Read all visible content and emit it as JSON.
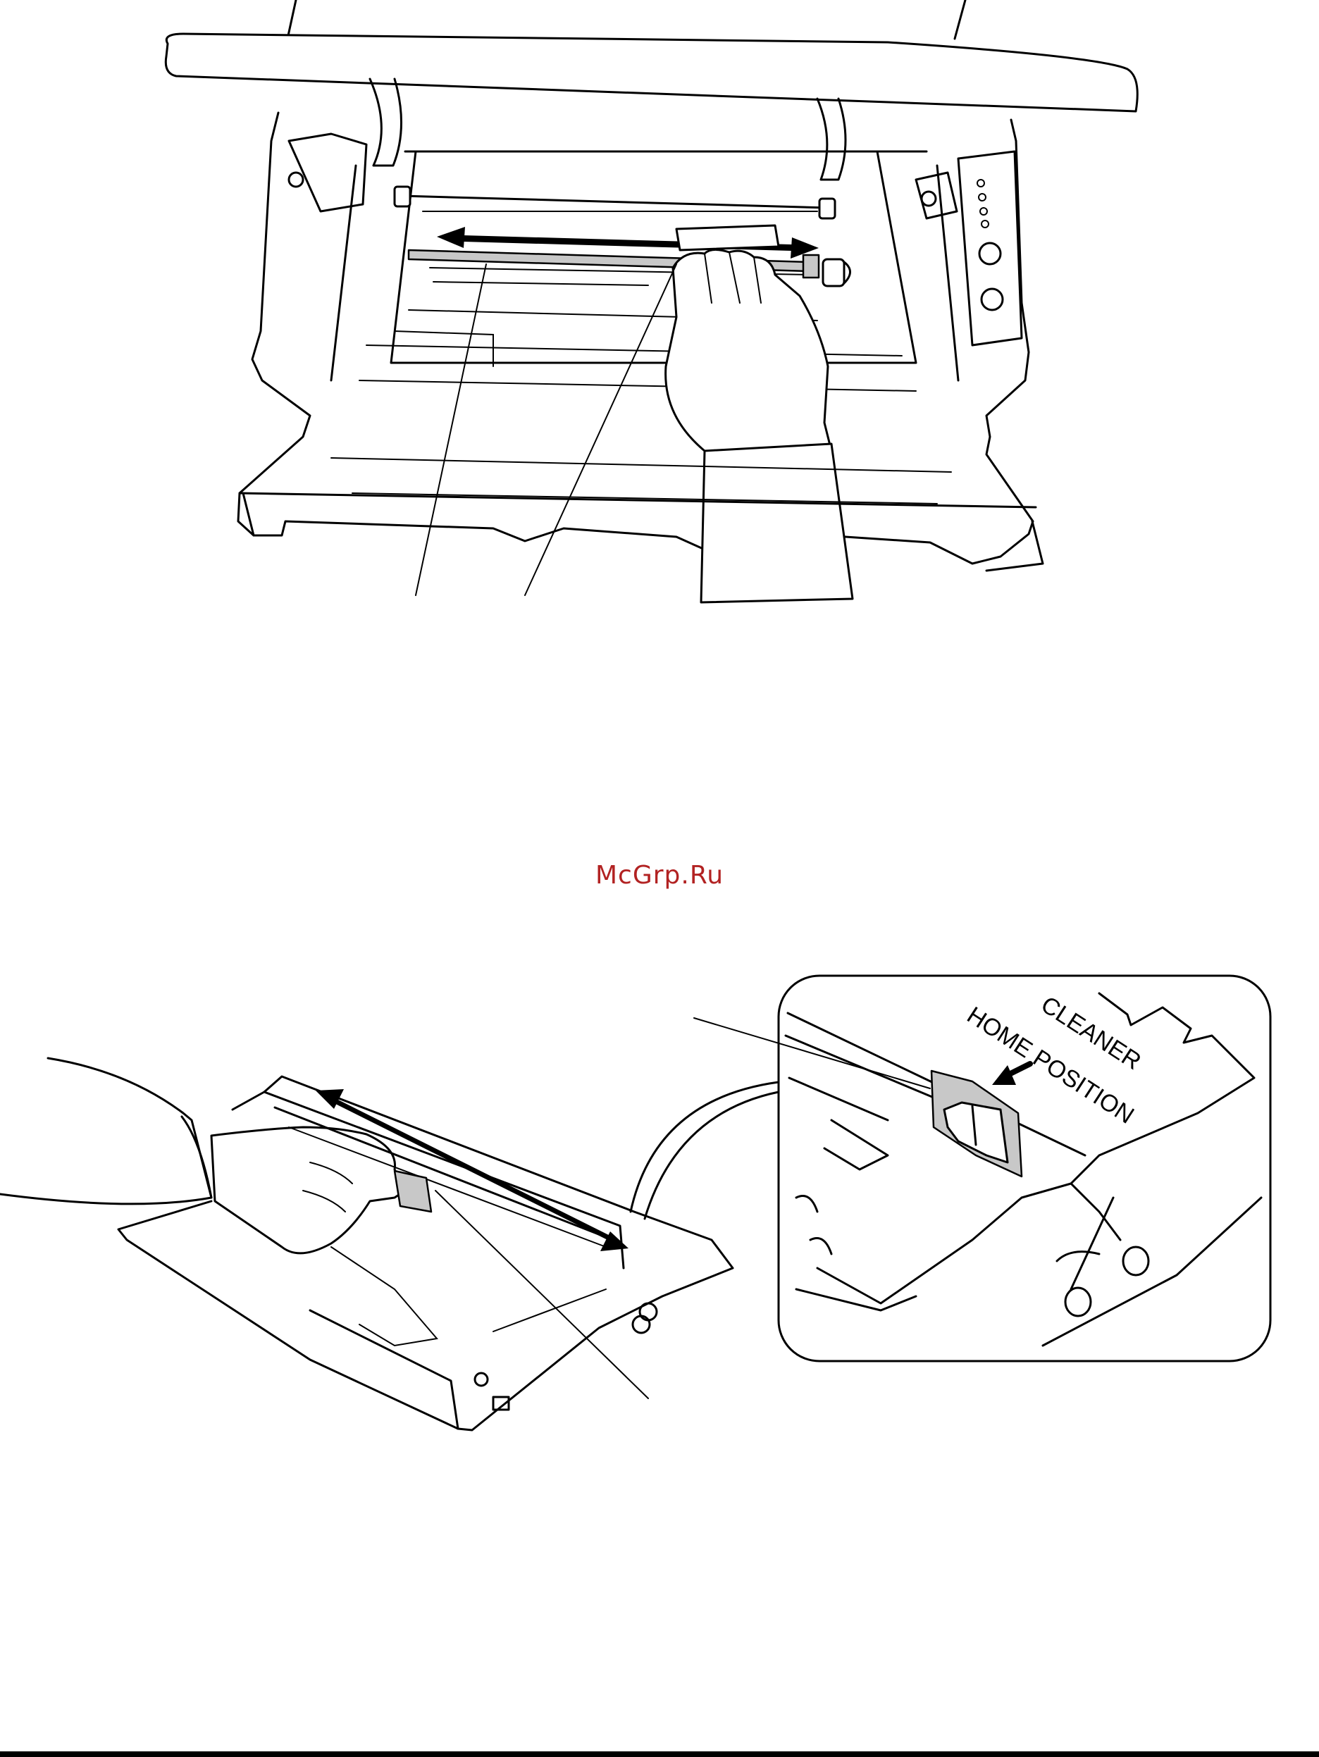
{
  "watermark": {
    "text": "McGrp.Ru",
    "color": "#b22222"
  },
  "figure_top": {
    "subject": "printer-interior-roller-cleaning"
  },
  "figure_bottom": {
    "inset_label_line1": "CLEANER",
    "inset_label_line2": "HOME POSITION"
  },
  "colors": {
    "line": "#000000",
    "shade": "#c8c8c8",
    "background": "#ffffff"
  }
}
